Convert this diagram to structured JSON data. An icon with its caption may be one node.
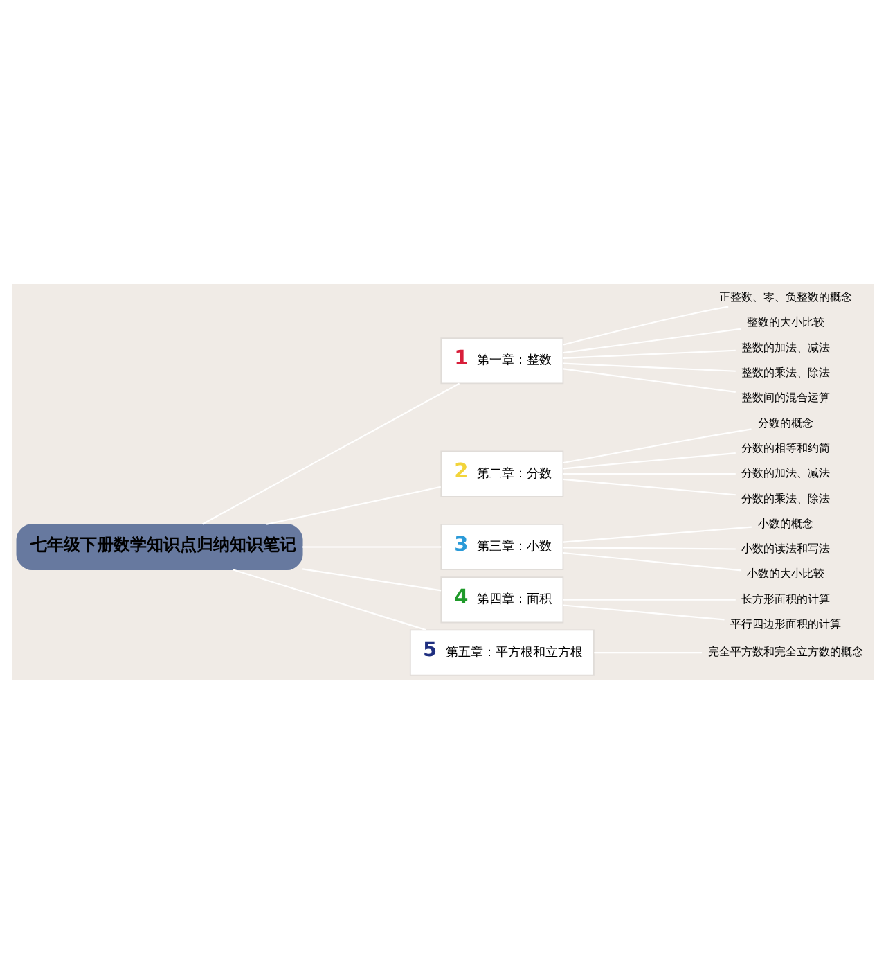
{
  "diagram": {
    "nodes": [
      {
        "text": [
          "七年级下册数学知识点归纳知识笔记"
        ]
      },
      {
        "text": [
          "1",
          "第一章：整数"
        ]
      },
      {
        "text": [
          "正整数、零、负整数的概念"
        ]
      },
      {
        "text": [
          "整数的大小比较"
        ]
      },
      {
        "text": [
          "整数的加法、减法"
        ]
      },
      {
        "text": [
          "整数的乘法、除法"
        ]
      },
      {
        "text": [
          "整数间的混合运算"
        ]
      },
      {
        "text": [
          "2",
          "第二章：分数"
        ]
      },
      {
        "text": [
          "分数的概念"
        ]
      },
      {
        "text": [
          "分数的相等和约简"
        ]
      },
      {
        "text": [
          "分数的加法、减法"
        ]
      },
      {
        "text": [
          "分数的乘法、除法"
        ]
      },
      {
        "text": [
          "3",
          "第三章：小数"
        ]
      },
      {
        "text": [
          "小数的概念"
        ]
      },
      {
        "text": [
          "小数的读法和写法"
        ]
      },
      {
        "text": [
          "小数的大小比较"
        ]
      },
      {
        "text": [
          "4",
          "第四章：面积"
        ]
      },
      {
        "text": [
          "长方形面积的计算"
        ]
      },
      {
        "text": [
          "平行四边形面积的计算"
        ]
      },
      {
        "text": [
          "5",
          "第五章：平方根和立方根"
        ]
      },
      {
        "text": [
          "完全平方数和完全立方数的概念"
        ]
      }
    ],
    "edges": [
      {
        "from": 0,
        "to": 1,
        "arrow": "none"
      },
      {
        "from": 0,
        "to": 7,
        "arrow": "none"
      },
      {
        "from": 0,
        "to": 12,
        "arrow": "none"
      },
      {
        "from": 0,
        "to": 16,
        "arrow": "none"
      },
      {
        "from": 0,
        "to": 19,
        "arrow": "none"
      },
      {
        "from": 1,
        "to": 2,
        "arrow": "none"
      },
      {
        "from": 1,
        "to": 3,
        "arrow": "none"
      },
      {
        "from": 1,
        "to": 4,
        "arrow": "none"
      },
      {
        "from": 1,
        "to": 5,
        "arrow": "none"
      },
      {
        "from": 1,
        "to": 6,
        "arrow": "none"
      },
      {
        "from": 7,
        "to": 8,
        "arrow": "none"
      },
      {
        "from": 7,
        "to": 9,
        "arrow": "none"
      },
      {
        "from": 7,
        "to": 10,
        "arrow": "none"
      },
      {
        "from": 7,
        "to": 11,
        "arrow": "none"
      },
      {
        "from": 12,
        "to": 13,
        "arrow": "none"
      },
      {
        "from": 12,
        "to": 14,
        "arrow": "none"
      },
      {
        "from": 12,
        "to": 15,
        "arrow": "none"
      },
      {
        "from": 16,
        "to": 17,
        "arrow": "none"
      },
      {
        "from": 16,
        "to": 18,
        "arrow": "none"
      },
      {
        "from": 19,
        "to": 20,
        "arrow": "none"
      }
    ]
  }
}
